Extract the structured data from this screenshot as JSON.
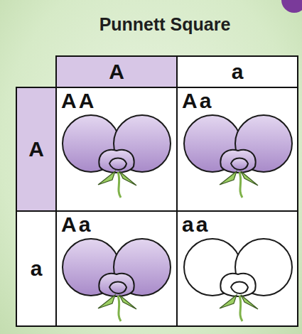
{
  "diagram": {
    "title": "Punnett Square",
    "nodes": [
      {
        "text": [
          "A"
        ]
      },
      {
        "text": [
          "a"
        ]
      },
      {
        "text": [
          "A"
        ]
      },
      {
        "text": [
          "AA"
        ]
      },
      {
        "text": [
          "Aa"
        ]
      },
      {
        "text": [
          "a"
        ]
      },
      {
        "text": [
          "Aa"
        ]
      },
      {
        "text": [
          "aa"
        ]
      }
    ]
  }
}
